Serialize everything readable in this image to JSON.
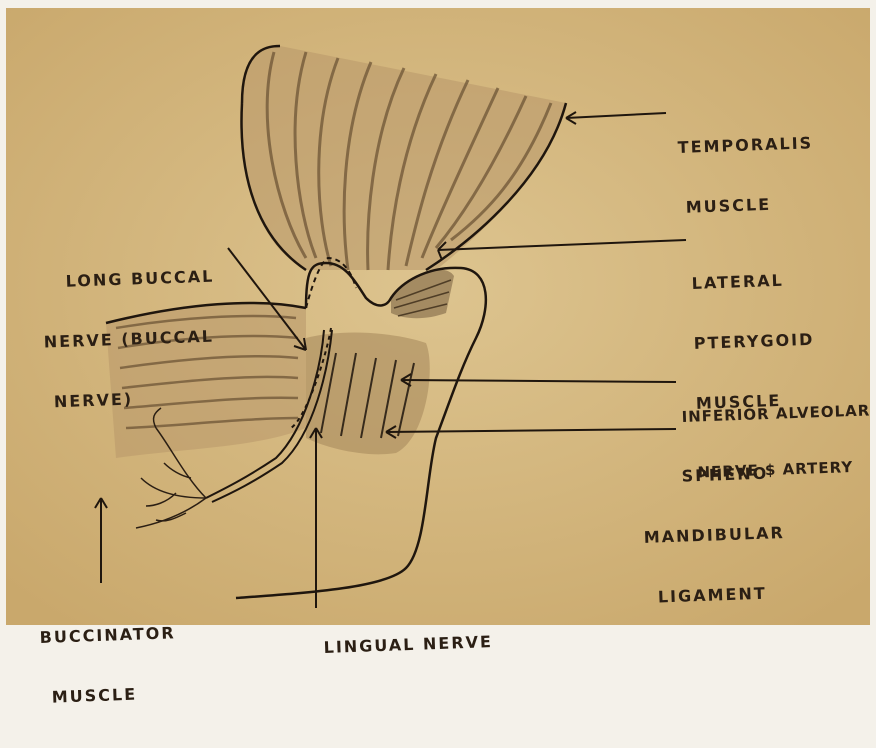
{
  "colors": {
    "paper": "#d9be87",
    "ink": "#1f160e",
    "muscle_shade": "#8b7350",
    "vignette": "#f4f1ea"
  },
  "labels": {
    "temporalis": [
      "TEMPORALIS",
      "MUSCLE"
    ],
    "long_buccal": [
      "LONG BUCCAL",
      "NERVE (BUCCAL",
      "NERVE)"
    ],
    "lateral_pterygoid": [
      "LATERAL",
      "PTERYGOID",
      "MUSCLE"
    ],
    "inferior_alveolar": [
      "INFERIOR ALVEOLAR",
      "NERVE $ ARTERY"
    ],
    "sphenomandibular": [
      "SPHENO",
      "MANDIBULAR",
      "LIGAMENT"
    ],
    "buccinator": [
      "BUCCINATOR",
      "MUSCLE"
    ],
    "lingual": [
      "LINGUAL NERVE"
    ]
  }
}
